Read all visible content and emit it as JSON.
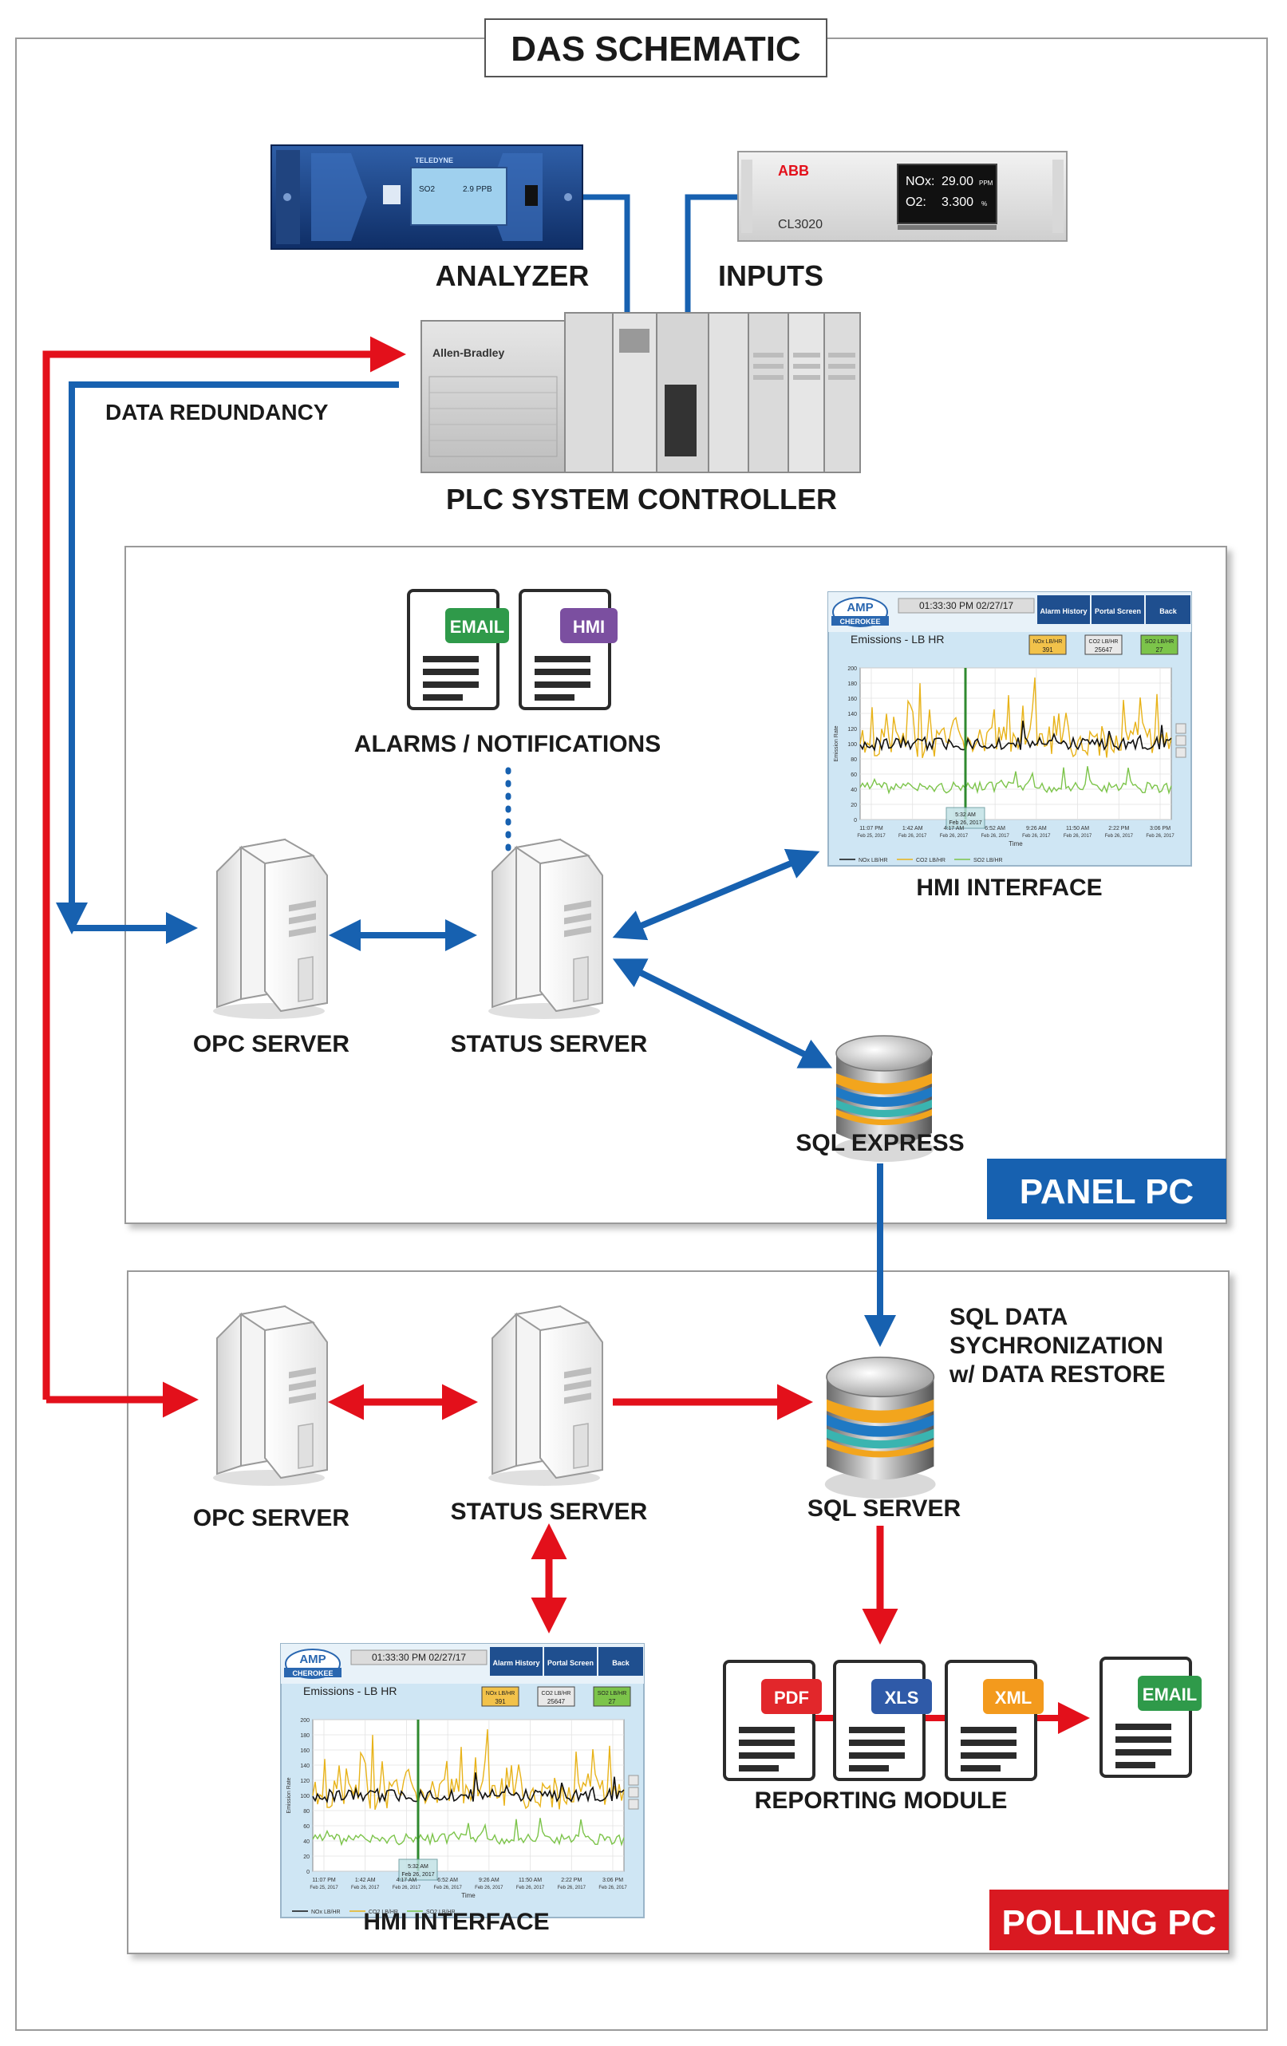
{
  "title": "DAS SCHEMATIC",
  "labels": {
    "analyzer": "ANALYZER",
    "inputs": "INPUTS",
    "data_redundancy": "DATA REDUNDANCY",
    "plc": "PLC SYSTEM CONTROLLER",
    "alarms": "ALARMS / NOTIFICATIONS",
    "hmi_interface_panel": "HMI INTERFACE",
    "opc_server_panel": "OPC SERVER",
    "status_server_panel": "STATUS SERVER",
    "sql_express": "SQL EXPRESS",
    "panel_pc": "PANEL PC",
    "sql_sync_1": "SQL DATA",
    "sql_sync_2": "SYCHRONIZATION",
    "sql_sync_3": "w/ DATA RESTORE",
    "opc_server_polling": "OPC SERVER",
    "status_server_polling": "STATUS SERVER",
    "sql_server": "SQL SERVER",
    "reporting_module": "REPORTING MODULE",
    "hmi_interface_polling": "HMI INTERFACE",
    "polling_pc": "POLLING PC"
  },
  "documents": {
    "email": "EMAIL",
    "hmi": "HMI",
    "pdf": "PDF",
    "xls": "XLS",
    "xml": "XML"
  },
  "analyzer_device": {
    "brand": "TELEDYNE",
    "reading_label": "SO2",
    "reading_value": "2.9 PPB"
  },
  "abb_device": {
    "brand": "ABB",
    "model": "CL3020",
    "nox_label": "NOx:",
    "nox_value": "29.00",
    "nox_unit": "PPM",
    "o2_label": "O2:",
    "o2_value": "3.300",
    "o2_unit": "%"
  },
  "plc_device": {
    "brand": "Allen-Bradley"
  },
  "hmi_screen": {
    "logo_top": "AMP",
    "logo_bottom": "CHEROKEE",
    "clock": "01:33:30 PM 02/27/17",
    "btn_alarm": "Alarm History",
    "btn_portal": "Portal Screen",
    "btn_back": "Back",
    "chart_title": "Emissions - LB HR",
    "tile_nox_label": "NOx LB/HR",
    "tile_nox_value": "391",
    "tile_co2_label": "CO2 LB/HR",
    "tile_co2_value": "25647",
    "tile_so2_label": "SO2 LB/HR",
    "tile_so2_value": "27",
    "y_ticks": [
      "200",
      "180",
      "160",
      "140",
      "120",
      "100",
      "80",
      "60",
      "40",
      "20",
      "0"
    ],
    "x_ticks": [
      "11:07 PM",
      "1:42 AM",
      "4:17 AM",
      "6:52 AM",
      "9:26 AM",
      "11:50 AM",
      "2:22 PM",
      "3:06 PM"
    ],
    "x_dates": [
      "Feb 25, 2017",
      "Feb 26, 2017",
      "Feb 26, 2017",
      "Feb 26, 2017",
      "Feb 26, 2017",
      "Feb 26, 2017",
      "Feb 26, 2017",
      "Feb 26, 2017"
    ],
    "x_axis_label": "Time",
    "y_axis_label": "Emission Rate",
    "cursor_time": "5:32 AM",
    "cursor_date": "Feb 26, 2017",
    "legend_nox": "NOx LB/HR",
    "legend_co2": "CO2 LB/HR",
    "legend_so2": "SO2 LB/HR"
  },
  "colors": {
    "red_line": "#e3101b",
    "blue_line": "#1761b0",
    "panel_banner": "#1761b0",
    "polling_banner": "#d91921",
    "email_tag": "#2f9a4a",
    "hmi_tag": "#7b4fa0",
    "pdf_tag": "#e2272b",
    "xls_tag": "#2f5aa8",
    "xml_tag": "#f39a1d",
    "series_nox": "#111111",
    "series_co2": "#e8b31a",
    "series_so2": "#7cc44a"
  }
}
